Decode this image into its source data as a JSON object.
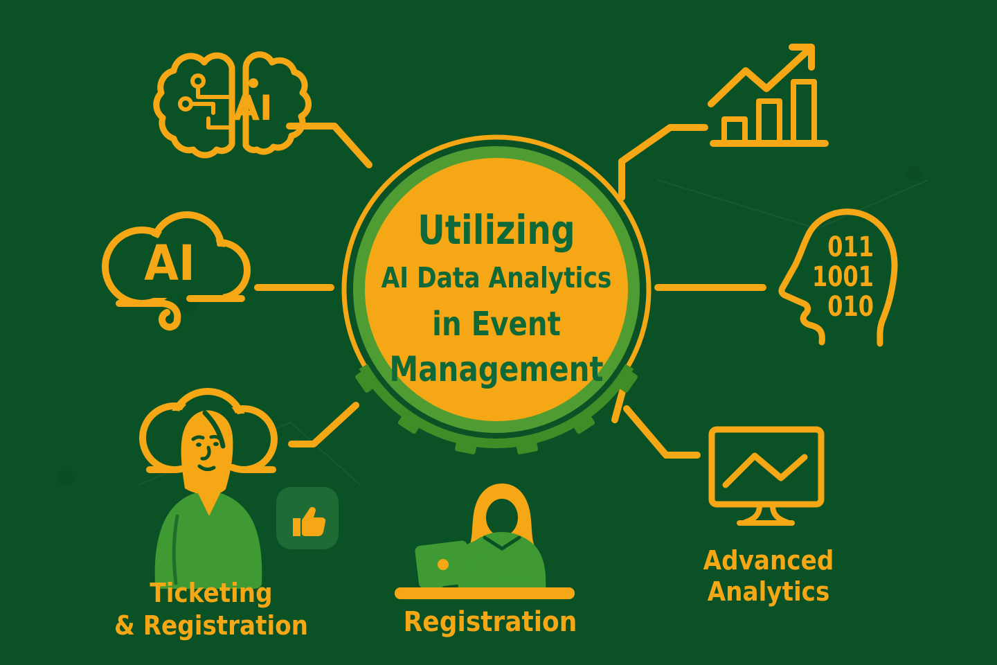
{
  "palette": {
    "bg": "#0b5126",
    "orange": "#f5a716",
    "ring_green": "#4f9c33",
    "gear_green": "#3e8d27",
    "fill_green": "#3f9a33",
    "tile_green": "#1f6b36",
    "text_green": "#0e6837"
  },
  "center_circle": {
    "line1": "Utilizing",
    "line2": "AI Data Analytics",
    "line3": "in Event",
    "line4": "Management"
  },
  "icon_text": {
    "brain_ai": "AI",
    "cloud_ai": "AI",
    "head_binary_line1": "011",
    "head_binary_line2": "1001",
    "head_binary_line3": "010"
  },
  "labels": {
    "ticketing_line1": "Ticketing",
    "ticketing_line2": "& Registration",
    "registration": "Registration",
    "advanced_line1": "Advanced",
    "advanced_line2": "Analytics"
  },
  "icons": {
    "ai-brain-icon": "brain outline with circuit nodes and AI letters",
    "growth-chart-icon": "rising bar chart with trend arrow",
    "ai-cloud-icon": "cloud outline with AI letters and curl",
    "binary-head-icon": "human head profile filled with binary digits",
    "support-person-icon": "person with cloud headset",
    "thumbs-up-icon": "thumbs up on rounded tile",
    "registration-person-icon": "person at laptop behind desk",
    "analytics-monitor-icon": "monitor with line graph"
  }
}
